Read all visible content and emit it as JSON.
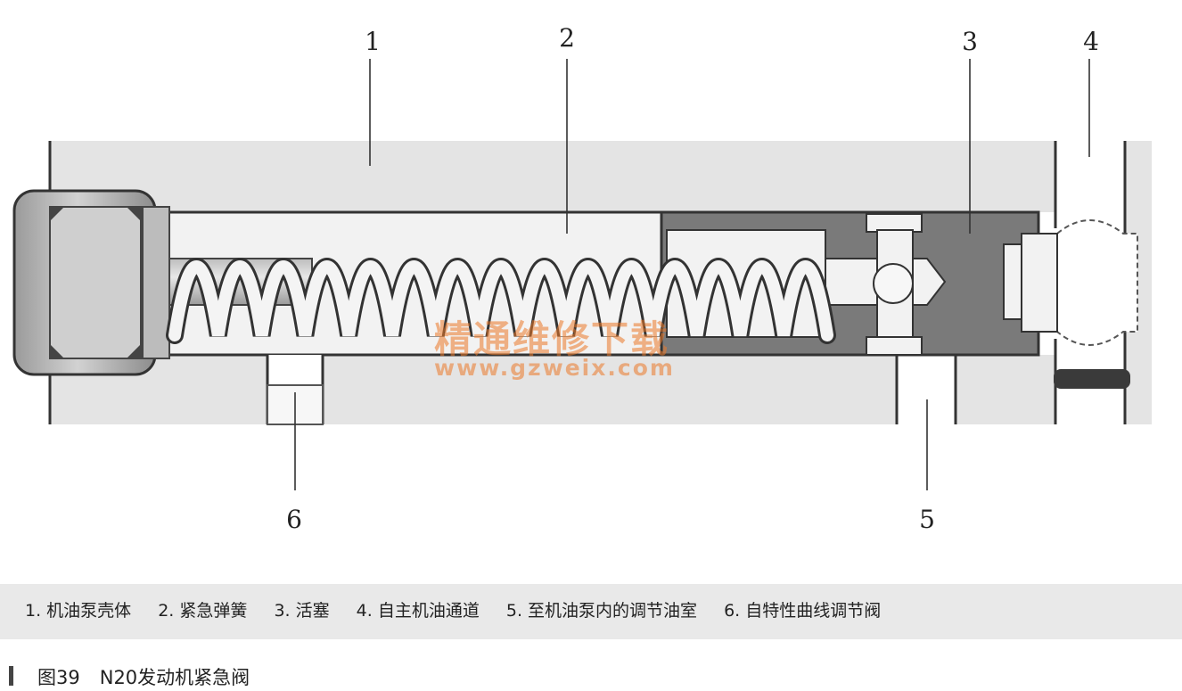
{
  "labels": {
    "n1": "1",
    "n2": "2",
    "n3": "3",
    "n4": "4",
    "n5": "5",
    "n6": "6"
  },
  "watermark": {
    "text": "精通维修下载",
    "url": "www.gzweix.com"
  },
  "legend": [
    "1. 机油泵壳体",
    "2. 紧急弹簧",
    "3. 活塞",
    "4. 自主机油通道",
    "5. 至机油泵内的调节油室",
    "6. 自特性曲线调节阀"
  ],
  "caption": {
    "number": "图39",
    "title": "N20发动机紧急阀"
  },
  "colors": {
    "housing": "#e4e4e4",
    "piston": "#7a7a7a",
    "spring": "#f4f4f4",
    "seal": "#3a3a3a"
  }
}
